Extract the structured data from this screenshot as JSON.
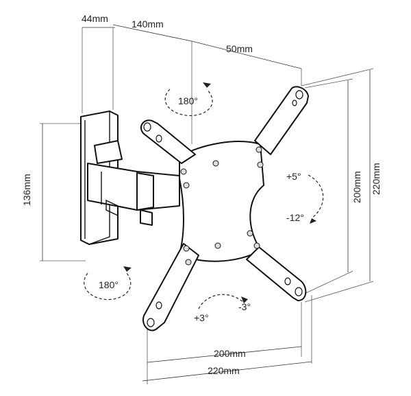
{
  "dimensions": {
    "depth_wall": "44mm",
    "extension": "140mm",
    "offset": "50mm",
    "plate_height": "136mm",
    "vesa_inner_v": "200mm",
    "vesa_outer_v": "220mm",
    "vesa_inner_h": "200mm",
    "vesa_outer_h": "220mm"
  },
  "rotations": {
    "swivel_top": "180°",
    "swivel_bottom": "180°",
    "tilt_up": "+5°",
    "tilt_down": "-12°",
    "level_plus": "+3°",
    "level_minus": "-3°"
  }
}
